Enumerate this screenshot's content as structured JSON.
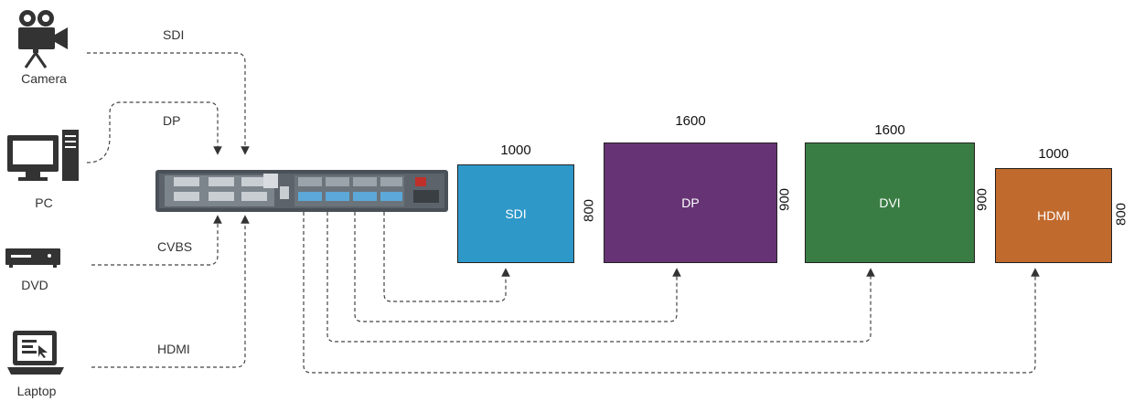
{
  "sources": [
    {
      "id": "camera",
      "label": "Camera",
      "icon": "camera-icon"
    },
    {
      "id": "pc",
      "label": "PC",
      "icon": "pc-icon"
    },
    {
      "id": "dvd",
      "label": "DVD",
      "icon": "dvd-player-icon"
    },
    {
      "id": "laptop",
      "label": "Laptop",
      "icon": "laptop-icon"
    }
  ],
  "input_signals": [
    "SDI",
    "DP",
    "CVBS",
    "HDMI"
  ],
  "processor": {
    "icon": "video-processor-icon"
  },
  "screens": [
    {
      "label": "SDI",
      "width": "1000",
      "height": "800",
      "color": "#2e98c8"
    },
    {
      "label": "DP",
      "width": "1600",
      "height": "900",
      "color": "#663474"
    },
    {
      "label": "DVI",
      "width": "1600",
      "height": "900",
      "color": "#3a7d44"
    },
    {
      "label": "HDMI",
      "width": "1000",
      "height": "800",
      "color": "#c06a2d"
    }
  ]
}
